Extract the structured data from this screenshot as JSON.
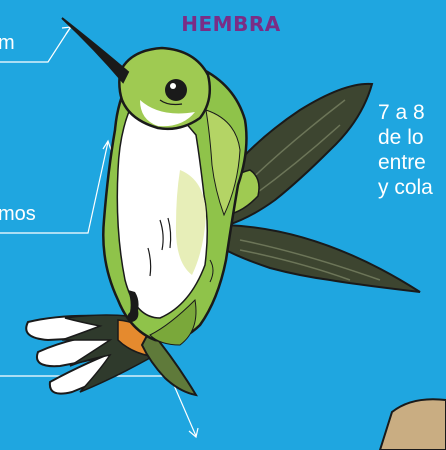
{
  "title": "HEMBRA",
  "labels": {
    "top_partial": "m",
    "middle_partial": "mos"
  },
  "info_lines": [
    "7 a 8",
    "de lo",
    "entre",
    "y cola"
  ],
  "colors": {
    "background": "#1fa6e0",
    "title": "#7a2d86",
    "text": "#ffffff",
    "body_green": "#8fc34a",
    "wing_dark": "#3d4530"
  },
  "icons": [
    "hummingbird-illustration"
  ]
}
